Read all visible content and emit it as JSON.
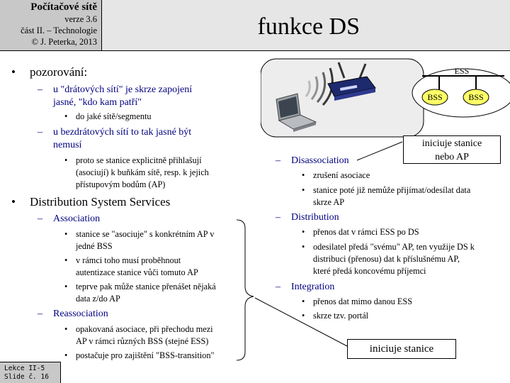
{
  "header": {
    "course": "Počítačové sítě",
    "version": "verze 3.6",
    "part": "část II. – Technologie",
    "copyright": "© J. Peterka, 2013",
    "title": "funkce DS"
  },
  "left": {
    "b1": "pozorování:",
    "d1a": "u \"drátových sítí\" je skrze zapojení",
    "d1b": "jasné, \"kdo kam patří\"",
    "s1": "do jaké sítě/segmentu",
    "d2a": "u bezdrátových sítí to tak jasné být",
    "d2b": "nemusí",
    "s2a": "proto se stanice explicitně přihlašují",
    "s2b": "(asociují) k buňkám sítě, resp. k jejich",
    "s2c": "přístupovým bodům (AP)",
    "b2": "Distribution System Services",
    "assoc": "Association",
    "as1a": "stanice se \"asociuje\" s konkrétním AP v",
    "as1b": "jedné BSS",
    "as2a": "v rámci toho musí proběhnout",
    "as2b": "autentizace stanice vůči tomuto AP",
    "as3a": "teprve pak může stanice přenášet nějaká",
    "as3b": "data z/do AP",
    "reassoc": "Reassociation",
    "re1a": "opakovaná asociace, při přechodu mezi",
    "re1b": "AP v rámci různých BSS (stejné ESS)",
    "re2": "postačuje pro zajištění \"BSS-transition\""
  },
  "right": {
    "disassoc": "Disassociation",
    "ds1": "zrušení asociace",
    "ds2a": "stanice poté již nemůže přijímat/odesílat data",
    "ds2b": "skrze AP",
    "distrib": "Distribution",
    "di1": "přenos dat v rámci ESS po DS",
    "di2a": "odesilatel předá \"svému\" AP, ten využije DS k",
    "di2b": "distribuci (přenosu) dat k příslušnému AP,",
    "di2c": "které předá koncovému příjemci",
    "integ": "Integration",
    "in1": "přenos dat mimo danou ESS",
    "in2": "skrze tzv. portál"
  },
  "notes": {
    "top_a": "iniciuje stanice",
    "top_b": "nebo AP",
    "bottom": "iniciuje stanice"
  },
  "diagram": {
    "ess": "ESS",
    "bss1": "BSS",
    "bss2": "BSS"
  },
  "footer": {
    "lesson": "Lekce II-5",
    "slide": "Slide č. 16"
  },
  "colors": {
    "heading_blue": "#000080",
    "header_gray": "#c8c8c8",
    "bss_fill": "#ffff66"
  }
}
